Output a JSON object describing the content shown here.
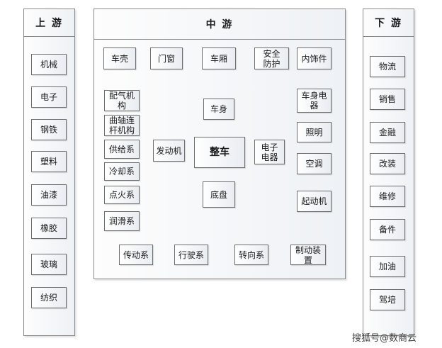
{
  "upstream": {
    "title": "上 游",
    "items": [
      "机械",
      "电子",
      "钢铁",
      "塑料",
      "油漆",
      "橡胶",
      "玻璃",
      "纺织"
    ]
  },
  "midstream": {
    "title": "中 游",
    "top_row": [
      "车壳",
      "门窗",
      "车厢",
      "安全防护",
      "内饰件"
    ],
    "engine_parts": [
      "配气机构",
      "曲轴连杆机构",
      "供给系",
      "冷却系",
      "点火系",
      "润滑系"
    ],
    "electrical_parts": [
      "车身电器",
      "照明",
      "空调",
      "起动机"
    ],
    "chassis_parts": [
      "传动系",
      "行驶系",
      "转向系",
      "制动装置"
    ],
    "body": "车身",
    "engine": "发动机",
    "vehicle": "整车",
    "electronics": "电子电器",
    "chassis": "底盘"
  },
  "downstream": {
    "title": "下 游",
    "items": [
      "物流",
      "销售",
      "金融",
      "改装",
      "维修",
      "备件",
      "加油",
      "驾培"
    ]
  },
  "watermark": "搜狐号@数商云",
  "colors": {
    "arrow": "#4a7ab8",
    "border": "#6e6e6e"
  }
}
